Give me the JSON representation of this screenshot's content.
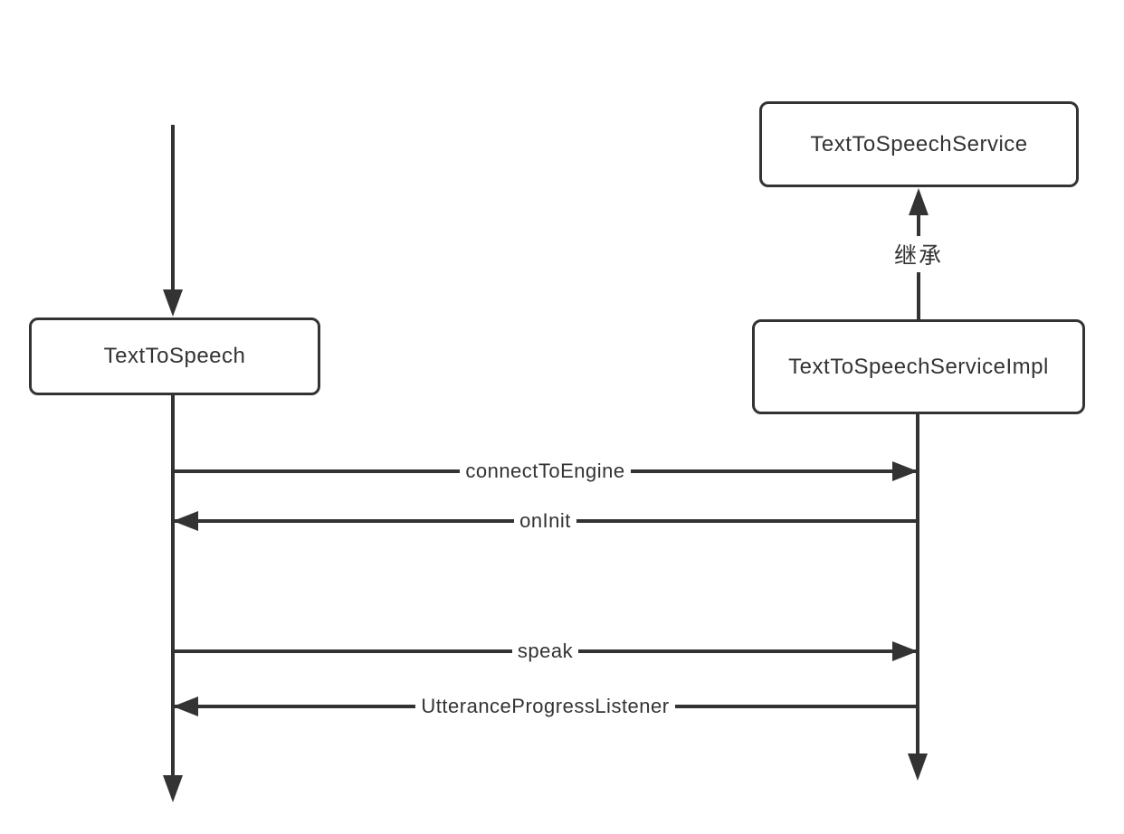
{
  "colors": {
    "stroke": "#333333",
    "text": "#333333",
    "node_fill": "#ffffff",
    "background": "#ffffff"
  },
  "nodes": {
    "service": {
      "label": "TextToSpeechService"
    },
    "client": {
      "label": "TextToSpeech"
    },
    "impl": {
      "label": "TextToSpeechServiceImpl"
    }
  },
  "inheritance": {
    "label": "继承",
    "direction": "up"
  },
  "messages": [
    {
      "label": "connectToEngine",
      "direction": "right"
    },
    {
      "label": "onInit",
      "direction": "left"
    },
    {
      "label": "speak",
      "direction": "right"
    },
    {
      "label": "UtteranceProgressListener",
      "direction": "left"
    }
  ]
}
